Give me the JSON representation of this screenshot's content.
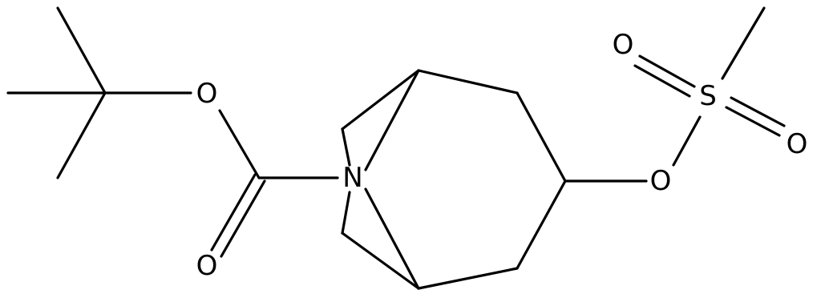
{
  "molecule": {
    "atoms": [
      {
        "id": "ch3_top",
        "label": ""
      },
      {
        "id": "ch3_left",
        "label": ""
      },
      {
        "id": "ch3_bottom",
        "label": ""
      },
      {
        "id": "c_quat",
        "label": ""
      },
      {
        "id": "o_ester",
        "label": "O"
      },
      {
        "id": "c_carbonyl",
        "label": ""
      },
      {
        "id": "o_carbonyl",
        "label": "O"
      },
      {
        "id": "n_bridge",
        "label": "N"
      },
      {
        "id": "c_bridgehead_top",
        "label": ""
      },
      {
        "id": "c_bridgehead_bottom",
        "label": ""
      },
      {
        "id": "c_bridge_upper",
        "label": ""
      },
      {
        "id": "c_bridge_lower",
        "label": ""
      },
      {
        "id": "c_ring_top",
        "label": ""
      },
      {
        "id": "c_ring_bottom",
        "label": ""
      },
      {
        "id": "c_ring_right",
        "label": ""
      },
      {
        "id": "o_mesylate",
        "label": "O"
      },
      {
        "id": "s_sulfonyl",
        "label": "S"
      },
      {
        "id": "o_sulfonyl_1",
        "label": "O"
      },
      {
        "id": "o_sulfonyl_2",
        "label": "O"
      },
      {
        "id": "ch3_sulfonyl",
        "label": ""
      }
    ]
  }
}
